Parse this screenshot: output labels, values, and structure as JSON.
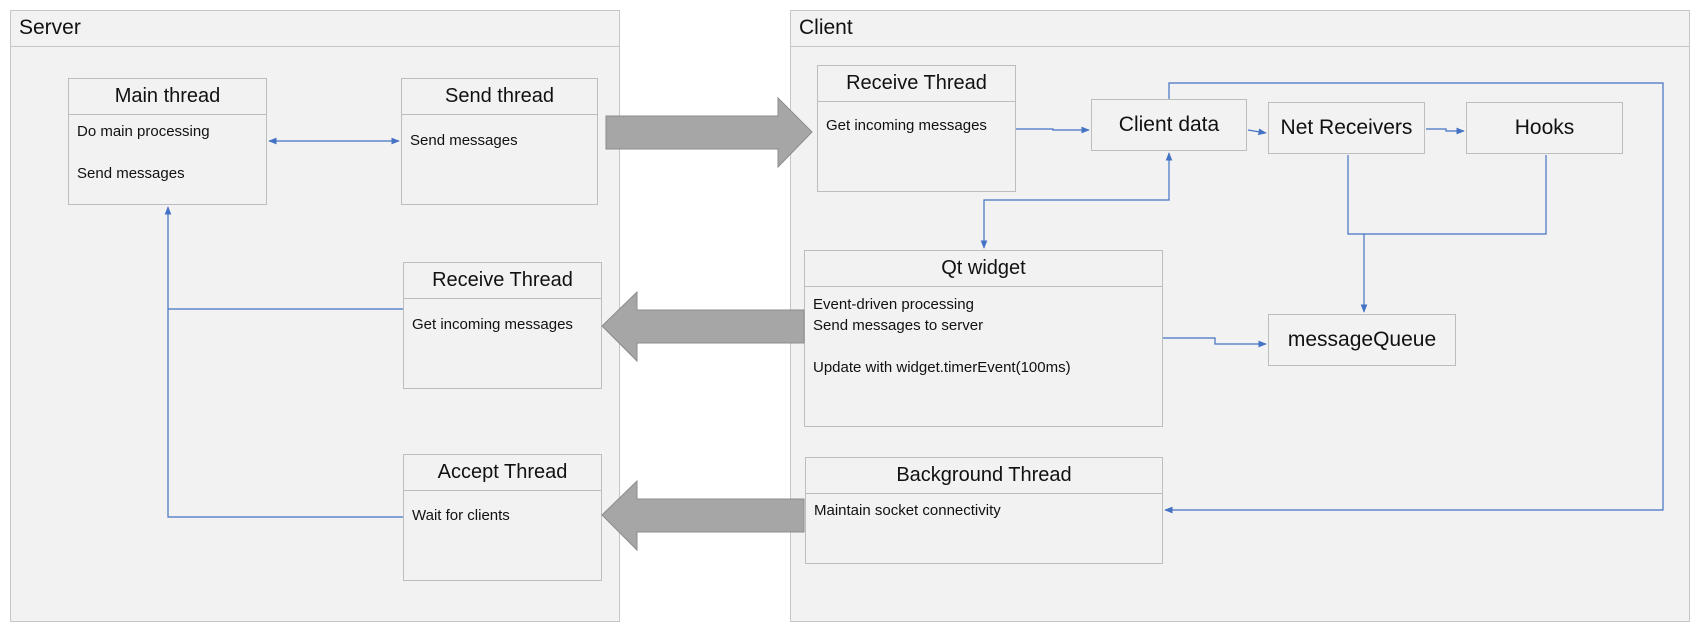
{
  "server": {
    "title": "Server",
    "main_thread": {
      "title": "Main thread",
      "line1": "Do main processing",
      "line2": "Send messages"
    },
    "send_thread": {
      "title": "Send thread",
      "line1": "Send messages"
    },
    "receive_thread": {
      "title": "Receive Thread",
      "line1": "Get incoming messages"
    },
    "accept_thread": {
      "title": "Accept Thread",
      "line1": "Wait for clients"
    }
  },
  "client": {
    "title": "Client",
    "receive_thread": {
      "title": "Receive Thread",
      "line1": "Get incoming messages"
    },
    "client_data": "Client data",
    "net_receivers": "Net Receivers",
    "hooks": "Hooks",
    "qt_widget": {
      "title": "Qt widget",
      "line1": "Event-driven processing",
      "line2": "Send messages to server",
      "line3": "Update with widget.timerEvent(100ms)"
    },
    "message_queue": "messageQueue",
    "background_thread": {
      "title": "Background Thread",
      "line1": "Maintain socket connectivity"
    }
  },
  "colors": {
    "connector": "#4472c4",
    "big_arrow": "#a6a6a6",
    "box_fill": "#f2f2f2"
  }
}
